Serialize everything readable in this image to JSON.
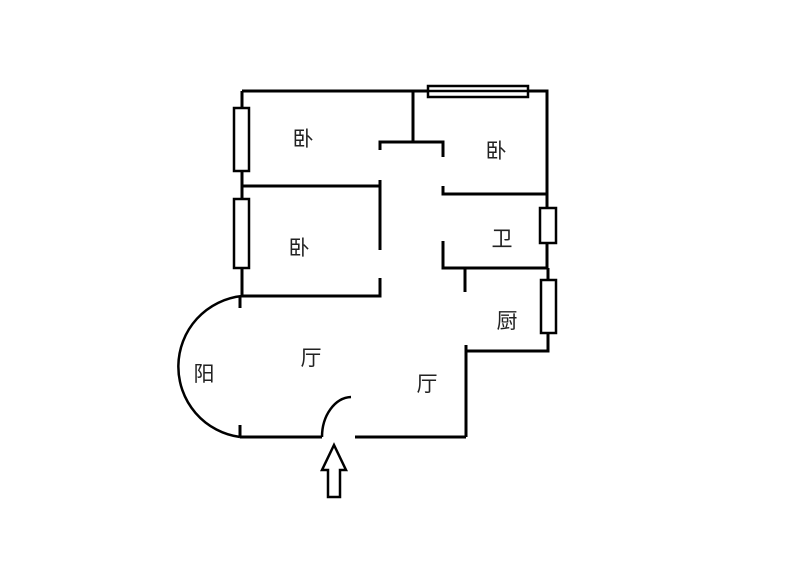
{
  "rooms": {
    "bedroom_top_left": "卧",
    "bedroom_top_right": "卧",
    "bedroom_middle": "卧",
    "bathroom": "卫",
    "kitchen": "厨",
    "living_left": "厅",
    "living_right": "厅",
    "balcony": "阳"
  },
  "colors": {
    "wall": "#000000",
    "background": "#ffffff"
  }
}
